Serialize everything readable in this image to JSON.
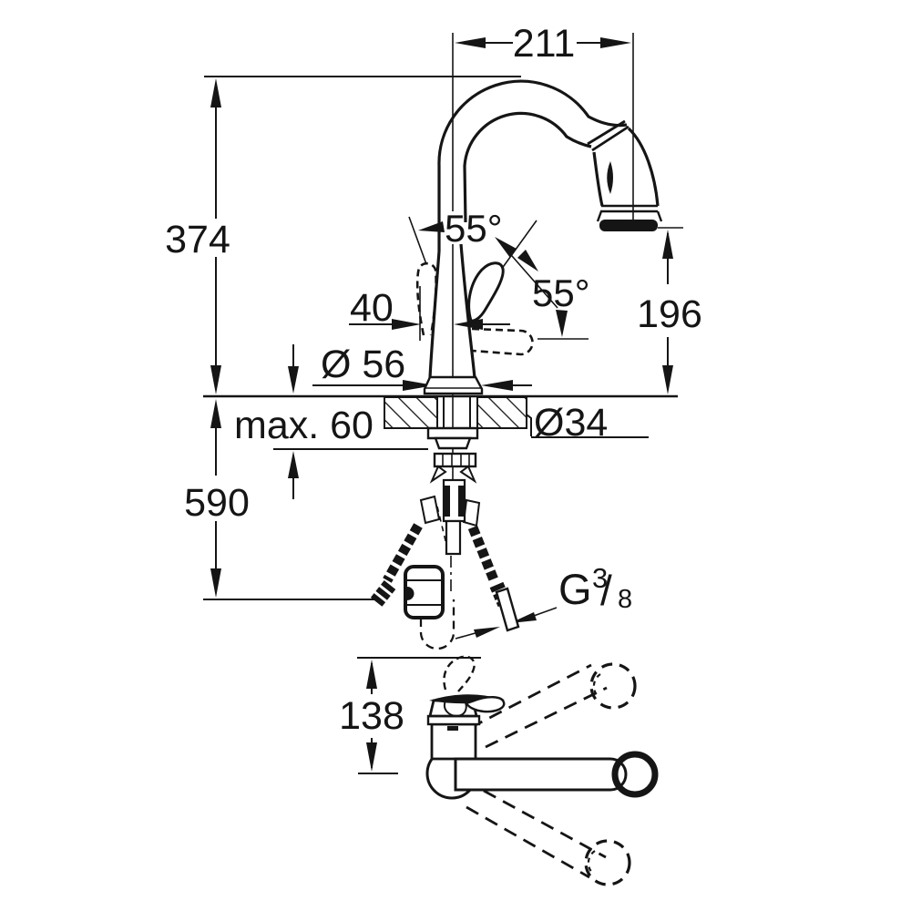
{
  "title": "Kitchen faucet technical dimension drawing",
  "labels": {
    "dim_211": "211",
    "dim_374": "374",
    "dim_590": "590",
    "dim_196": "196",
    "dim_138": "138",
    "dim_40": "40",
    "dim_max60": "max. 60",
    "dim_d56": "Ø 56",
    "dim_d34": "Ø34",
    "angle_spout": "55°",
    "angle_handle": "55°",
    "thread_g": "G",
    "thread_num": "3",
    "thread_slash": "/",
    "thread_den": "8"
  },
  "colors": {
    "ink": "#151515",
    "paper": "#ffffff"
  }
}
